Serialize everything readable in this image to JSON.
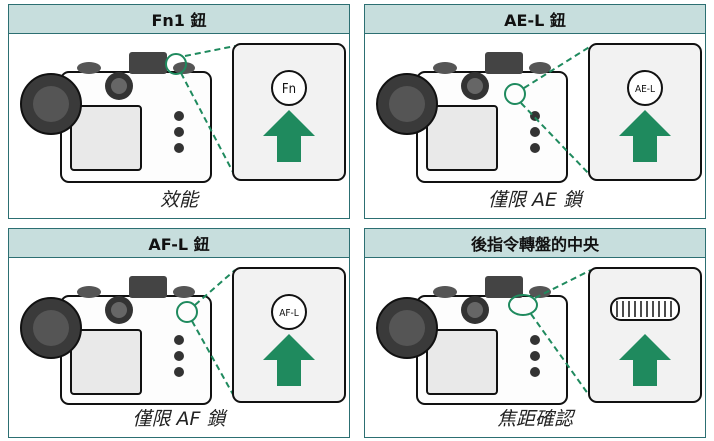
{
  "panels": [
    {
      "header": "Fn1 鈕",
      "button_label": "Fn",
      "caption": "效能"
    },
    {
      "header": "AE-L 鈕",
      "button_label": "AE-L",
      "caption": "僅限 AE 鎖"
    },
    {
      "header": "AF-L 鈕",
      "button_label": "AF-L",
      "caption": "僅限 AF 鎖"
    },
    {
      "header": "後指令轉盤的中央",
      "button_label": "",
      "caption": "焦距確認"
    }
  ],
  "colors": {
    "frame": "#2c6f72",
    "header_bg": "#c7dedd",
    "arrow": "#1f8a5e",
    "highlight": "#1f8a5e"
  },
  "icons": [
    "camera-illustration",
    "zoom-circle",
    "push-arrow-icon",
    "dial-icon"
  ]
}
